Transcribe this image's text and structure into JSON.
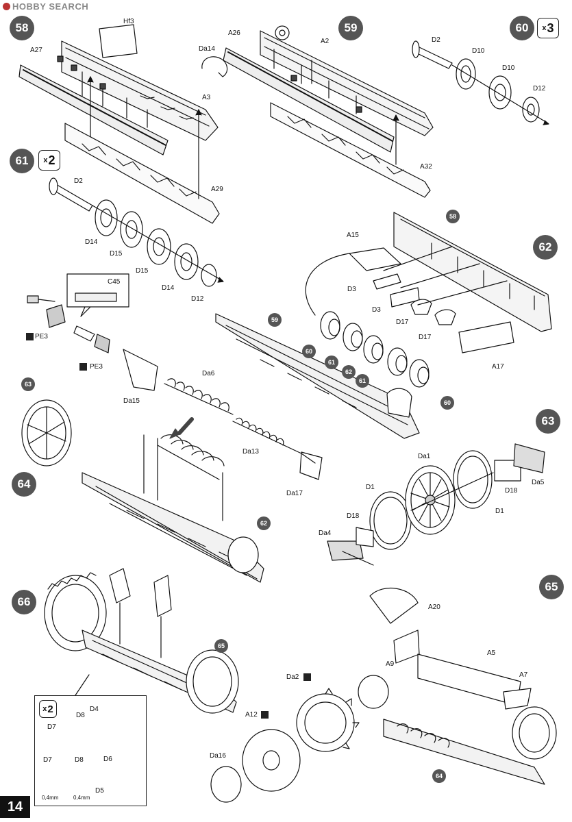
{
  "watermark": "HOBBY SEARCH",
  "page_number": "14",
  "steps": {
    "s58": "58",
    "s59": "59",
    "s60": "60",
    "s61": "61",
    "s62": "62",
    "s63": "63",
    "s64": "64",
    "s65": "65",
    "s66": "66"
  },
  "multipliers": {
    "step60": "3",
    "step61": "2",
    "inset66": "2",
    "prefix": "x"
  },
  "labels": {
    "hf3": "Hf3",
    "a27": "A27",
    "a3": "A3",
    "a29": "A29",
    "a26": "A26",
    "da14": "Da14",
    "a2": "A2",
    "a32": "A32",
    "d2_60": "D2",
    "d10a": "D10",
    "d10b": "D10",
    "d12_60": "D12",
    "d2_61": "D2",
    "d14a": "D14",
    "d15a": "D15",
    "d15b": "D15",
    "d14b": "D14",
    "d12_61": "D12",
    "c45": "C45",
    "pe3a": "PE3",
    "pe3b": "PE3",
    "da15": "Da15",
    "da6": "Da6",
    "da13": "Da13",
    "da17": "Da17",
    "a15": "A15",
    "d3a": "D3",
    "d3b": "D3",
    "d17a": "D17",
    "d17b": "D17",
    "a17": "A17",
    "da1": "Da1",
    "d1a": "D1",
    "d1b": "D1",
    "d18a": "D18",
    "d18b": "D18",
    "da5": "Da5",
    "da4": "Da4",
    "a20": "A20",
    "a9": "A9",
    "a5": "A5",
    "a7": "A7",
    "da2": "Da2",
    "a12": "A12",
    "da16": "Da16",
    "d4": "D4",
    "d8a": "D8",
    "d7a": "D7",
    "d6": "D6",
    "d7b": "D7",
    "d8b": "D8",
    "d5": "D5",
    "mm1": "0,4mm",
    "mm2": "0,4mm"
  },
  "refs": {
    "r58": "58",
    "r59": "59",
    "r60a": "60",
    "r61a": "61",
    "r62a": "62",
    "r61b": "61",
    "r60b": "60",
    "r63": "63",
    "r62b": "62",
    "r65": "65",
    "r64": "64"
  }
}
